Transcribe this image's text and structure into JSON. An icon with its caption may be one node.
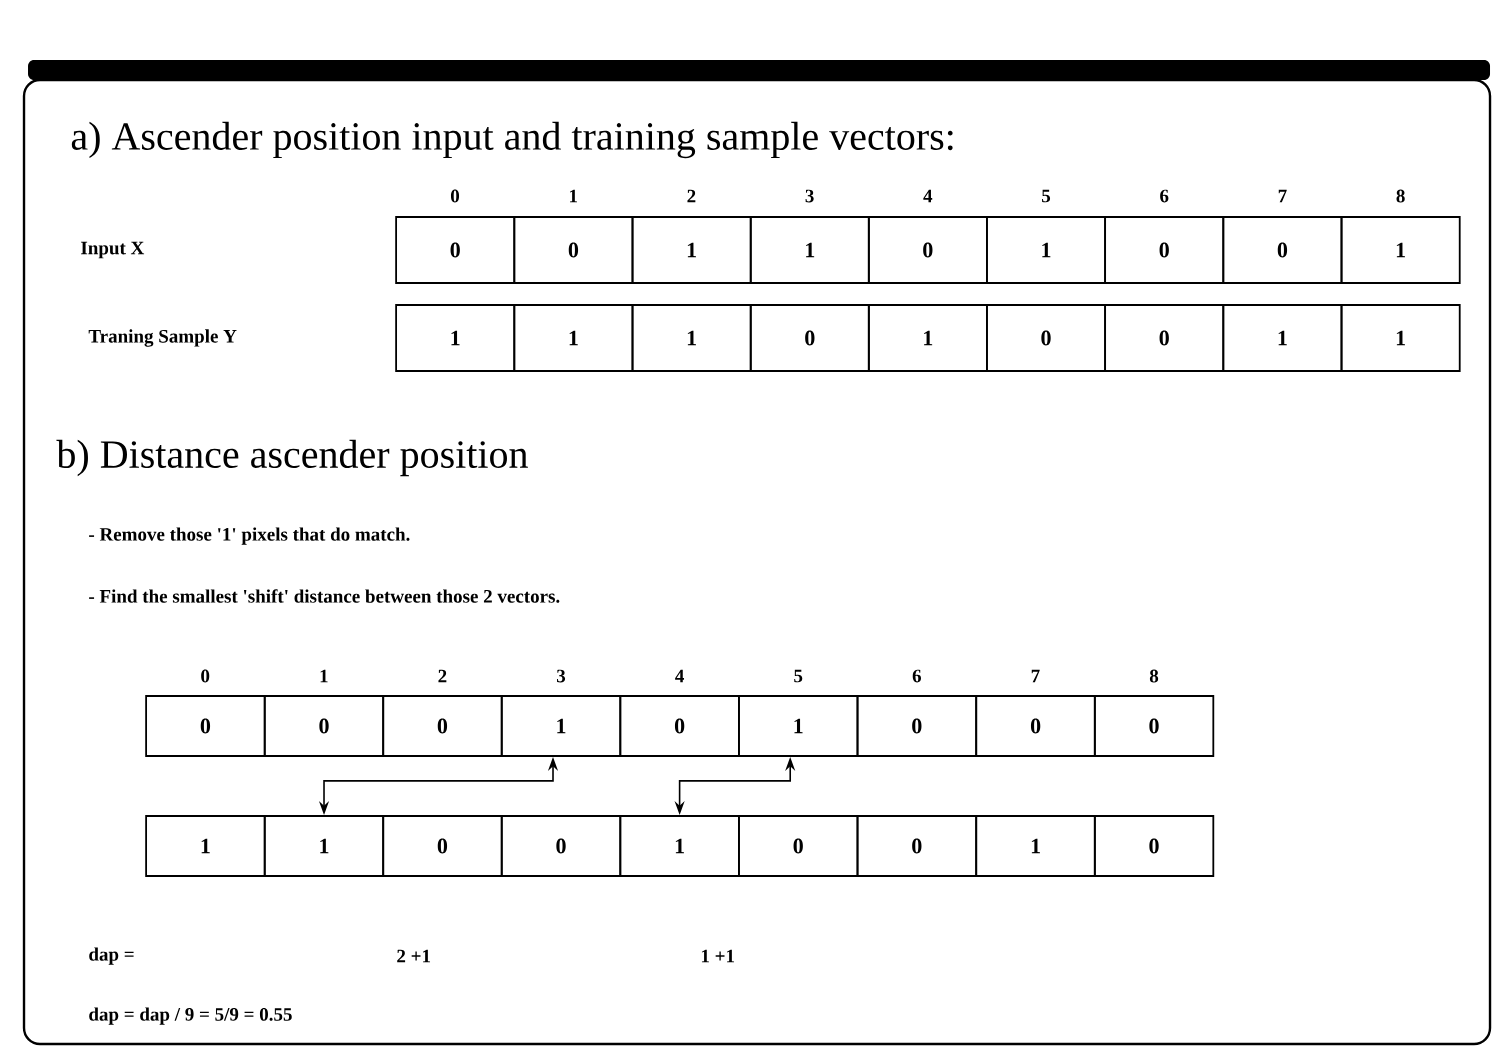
{
  "diagram": {
    "nodes": [
      {
        "text": [
          "0"
        ]
      },
      {
        "text": [
          "0"
        ]
      },
      {
        "text": [
          "1"
        ]
      },
      {
        "text": [
          "1"
        ]
      },
      {
        "text": [
          "0"
        ]
      },
      {
        "text": [
          "1"
        ]
      },
      {
        "text": [
          "0"
        ]
      },
      {
        "text": [
          "0"
        ]
      },
      {
        "text": [
          "1"
        ]
      },
      {
        "text": [
          "1"
        ]
      },
      {
        "text": [
          "1"
        ]
      },
      {
        "text": [
          "1"
        ]
      },
      {
        "text": [
          "0"
        ]
      },
      {
        "text": [
          "1"
        ]
      },
      {
        "text": [
          "0"
        ]
      },
      {
        "text": [
          "0"
        ]
      },
      {
        "text": [
          "1"
        ]
      },
      {
        "text": [
          "1"
        ]
      },
      {
        "text": [
          "0"
        ]
      },
      {
        "text": [
          "0"
        ]
      },
      {
        "text": [
          "0"
        ]
      },
      {
        "text": [
          "1"
        ]
      },
      {
        "text": [
          "0"
        ]
      },
      {
        "text": [
          "1"
        ]
      },
      {
        "text": [
          "0"
        ]
      },
      {
        "text": [
          "0"
        ]
      },
      {
        "text": [
          "0"
        ]
      },
      {
        "text": [
          "1"
        ]
      },
      {
        "text": [
          "1"
        ]
      },
      {
        "text": [
          "0"
        ]
      },
      {
        "text": [
          "0"
        ]
      },
      {
        "text": [
          "1"
        ]
      },
      {
        "text": [
          "0"
        ]
      },
      {
        "text": [
          "0"
        ]
      },
      {
        "text": [
          "1"
        ]
      },
      {
        "text": [
          "0"
        ]
      }
    ],
    "edges": [
      {
        "from": 21,
        "to": 28,
        "arrow": "both"
      },
      {
        "from": 23,
        "to": 31,
        "arrow": "both"
      }
    ],
    "labels": [
      "a) Ascender position input and training sample vectors:",
      "0",
      "1",
      "2",
      "3",
      "4",
      "5",
      "6",
      "7",
      "8",
      "Input X",
      "Traning Sample Y",
      "b) Distance ascender position",
      "- Remove those '1' pixels that do match.",
      "- Find the smallest 'shift' distance between those 2 vectors.",
      "0",
      "1",
      "2",
      "3",
      "4",
      "5",
      "6",
      "7",
      "8",
      "dap =",
      "2 +1",
      "1 +1",
      "dap = dap / 9 = 5/9 = 0.55"
    ]
  }
}
